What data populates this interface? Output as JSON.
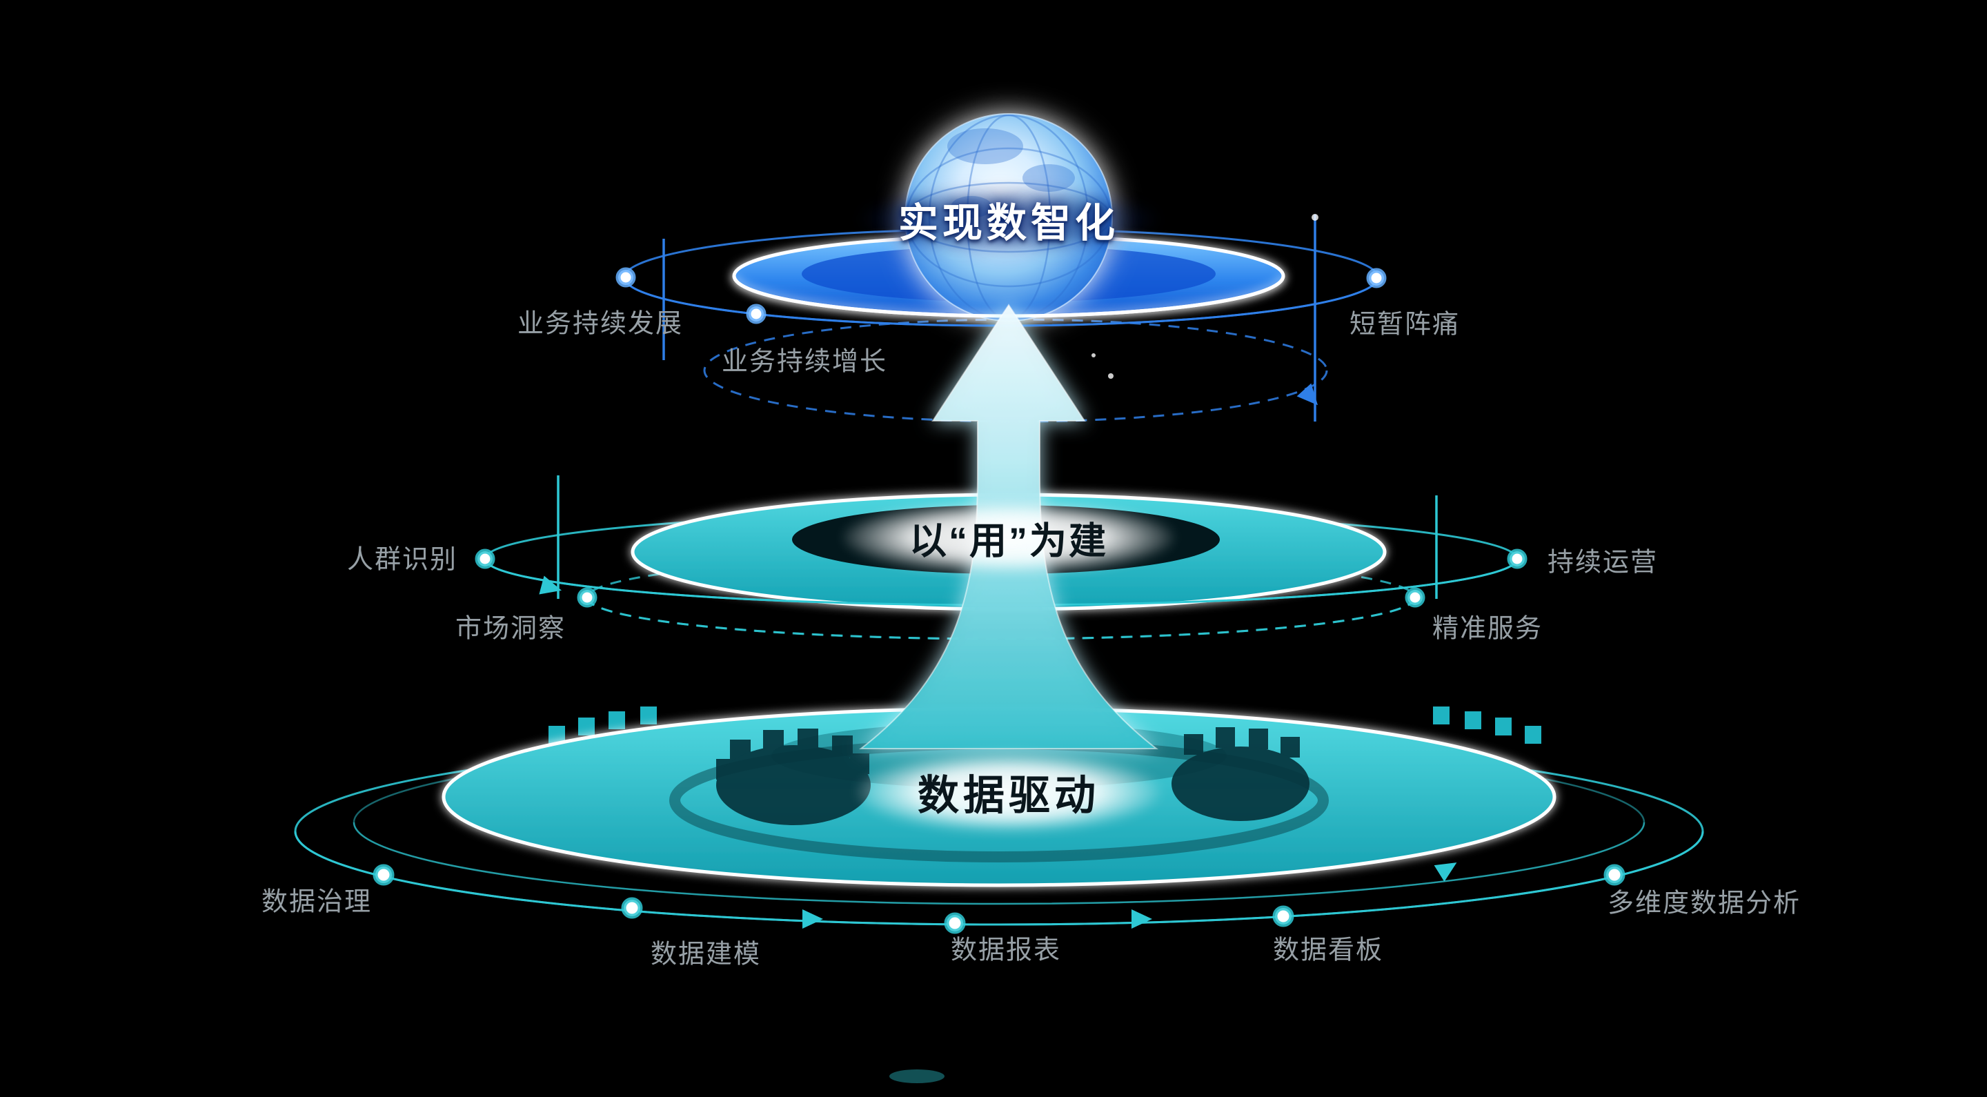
{
  "page": {
    "background": "#000000"
  },
  "colors": {
    "blue_accent": "#2f7fe8",
    "teal_accent": "#2ec8d4",
    "label_gray": "#97a0a6",
    "top_disc_blue": "#1668e0",
    "disc_teal": "#1fb4c2",
    "glow_white": "#ffffff"
  },
  "tiers": {
    "top": {
      "label": "实现数智化"
    },
    "middle": {
      "label": "以“用”为建"
    },
    "bottom": {
      "label": "数据驱动"
    }
  },
  "annotations": {
    "business_growth_1": "业务持续发展",
    "business_growth_2": "业务持续增长",
    "short_pain": "短暂阵痛",
    "crowd_recognition": "人群识别",
    "market_insight": "市场洞察",
    "continuous_operation": "持续运营",
    "precise_service": "精准服务",
    "data_governance": "数据治理",
    "data_modeling": "数据建模",
    "data_report": "数据报表",
    "data_dashboard": "数据看板",
    "multi_dim_analysis": "多维度数据分析"
  },
  "icons": {
    "globe": "globe-sphere",
    "arrow": "upward-growth-arrow"
  }
}
